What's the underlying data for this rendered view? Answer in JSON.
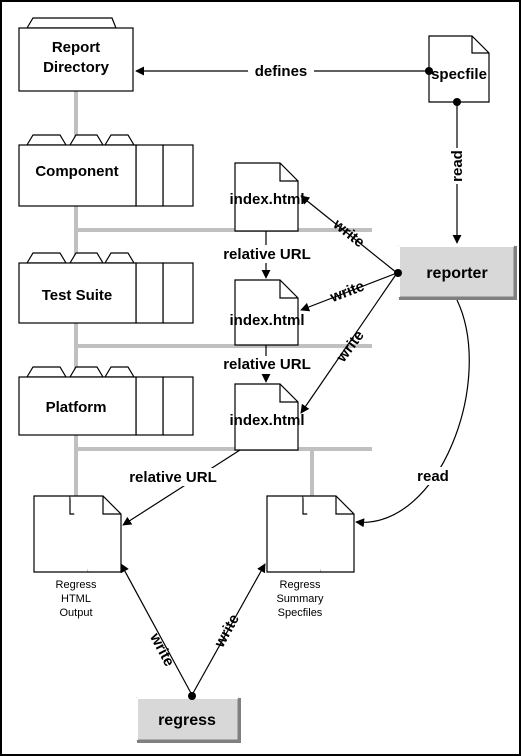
{
  "folders": {
    "report_directory": [
      "Report",
      "Directory"
    ],
    "component": "Component",
    "test_suite": "Test Suite",
    "platform": "Platform"
  },
  "files": {
    "specfile": "specfile",
    "index_top": "index.html",
    "index_mid": "index.html",
    "index_bot": "index.html",
    "regress_html": [
      "Regress",
      "HTML",
      "Output"
    ],
    "regress_summary": [
      "Regress",
      "Summary",
      "Specfiles"
    ]
  },
  "processes": {
    "reporter": "reporter",
    "regress": "regress"
  },
  "edge_labels": {
    "defines": "defines",
    "read_spec": "read",
    "write_top": "write",
    "write_mid": "write",
    "write_bot": "write",
    "relative_url_1": "relative URL",
    "relative_url_2": "relative URL",
    "relative_url_3": "relative URL",
    "read_reporter": "read",
    "write_regress_left": "write",
    "write_regress_right": "write"
  }
}
